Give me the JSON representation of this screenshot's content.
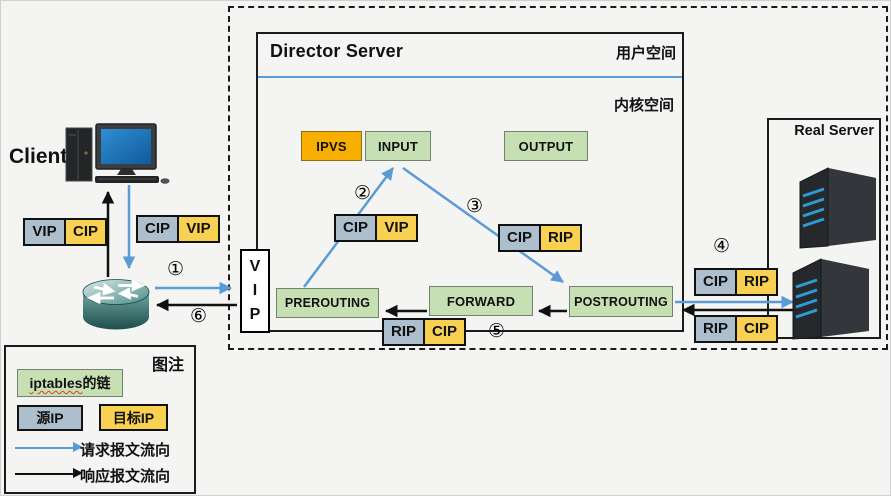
{
  "client": {
    "label": "Client"
  },
  "director": {
    "title": "Director Server",
    "user_space_label": "用户空间",
    "kernel_space_label": "内核空间"
  },
  "chains": {
    "ipvs": "IPVS",
    "input": "INPUT",
    "output": "OUTPUT",
    "prerouting": "PREROUTING",
    "forward": "FORWARD",
    "postrouting": "POSTROUTING"
  },
  "vip_node": {
    "l1": "V",
    "l2": "I",
    "l3": "P"
  },
  "real_server": {
    "label": "Real Server"
  },
  "packets": {
    "client_response": {
      "src": "VIP",
      "dst": "CIP"
    },
    "client_request": {
      "src": "CIP",
      "dst": "VIP"
    },
    "prerouting_to_input": {
      "src": "CIP",
      "dst": "VIP"
    },
    "input_to_postrouting": {
      "src": "CIP",
      "dst": "RIP"
    },
    "director_to_realserver": {
      "src": "CIP",
      "dst": "RIP"
    },
    "realserver_response": {
      "src": "RIP",
      "dst": "CIP"
    },
    "director_bottom": {
      "src": "RIP",
      "dst": "CIP"
    }
  },
  "steps": {
    "s1": "①",
    "s2": "②",
    "s3": "③",
    "s4": "④",
    "s5": "⑤",
    "s6": "⑥"
  },
  "legend": {
    "title": "图注",
    "chain_en": "iptables",
    "chain_zh": "的链",
    "source_label": "源IP",
    "dest_label": "目标IP",
    "request_label": "请求报文流向",
    "response_label": "响应报文流向"
  },
  "colors": {
    "request_blue": "#5B9BD5",
    "response_black": "#111111",
    "chain_green": "#C6E0B4",
    "source_gray": "#ADBECD",
    "dest_yellow": "#F8D052",
    "ipvs_orange": "#F9AF00"
  }
}
